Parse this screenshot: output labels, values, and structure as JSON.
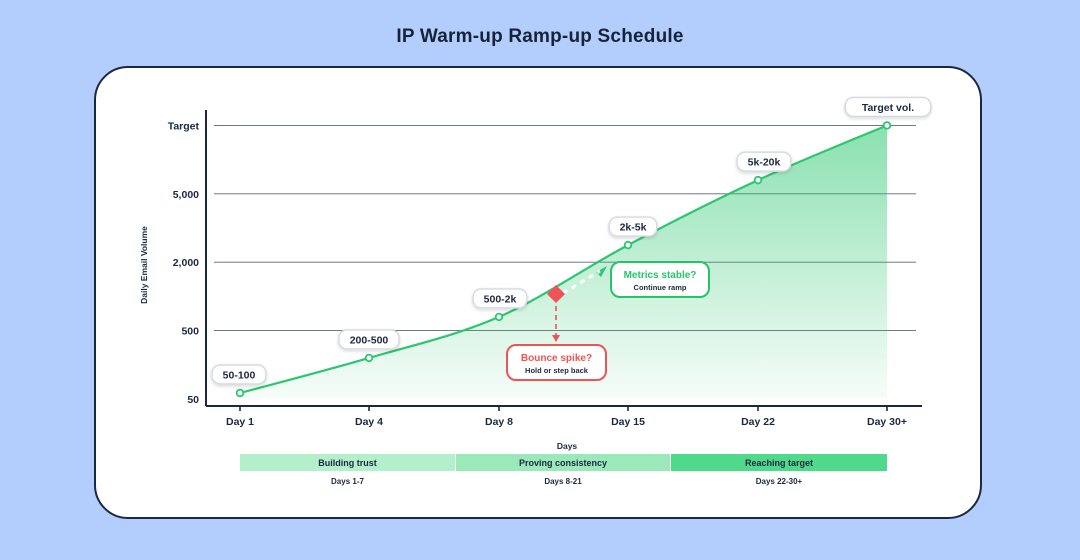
{
  "title": "IP Warm-up Ramp-up Schedule",
  "chart_data": {
    "type": "area",
    "xlabel": "Days",
    "ylabel": "Daily Email Volume",
    "y_ticks": [
      "50",
      "500",
      "2,000",
      "5,000",
      "Target"
    ],
    "x_ticks": [
      "Day 1",
      "Day 4",
      "Day 8",
      "Day 15",
      "Day 22",
      "Day 30+"
    ],
    "points": [
      {
        "x": "Day 1",
        "label": "50-100",
        "level": 0.18
      },
      {
        "x": "Day 4",
        "label": "200-500",
        "level": 0.6
      },
      {
        "x": "Day 8",
        "label": "500-2k",
        "level": 1.2
      },
      {
        "x": "Day 15",
        "label": "2k-5k",
        "level": 2.25
      },
      {
        "x": "Day 22",
        "label": "5k-20k",
        "level": 3.2
      },
      {
        "x": "Day 30+",
        "label": "Target vol.",
        "level": 4.0
      }
    ],
    "grid": true,
    "colors": {
      "line": "#2bc76e",
      "fill": "#2bc76e",
      "warn": "#ee5455",
      "ok": "#25c46a"
    }
  },
  "annotations": {
    "bounce": {
      "title": "Bounce spike?",
      "subtitle": "Hold or step back"
    },
    "stable": {
      "title": "Metrics stable?",
      "subtitle": "Continue ramp"
    }
  },
  "phases": [
    {
      "label": "Building trust",
      "range": "Days 1-7",
      "color": "#b3efcb"
    },
    {
      "label": "Proving consistency",
      "range": "Days 8-21",
      "color": "#9be8bb"
    },
    {
      "label": "Reaching target",
      "range": "Days 22-30+",
      "color": "#4fd98a"
    }
  ]
}
